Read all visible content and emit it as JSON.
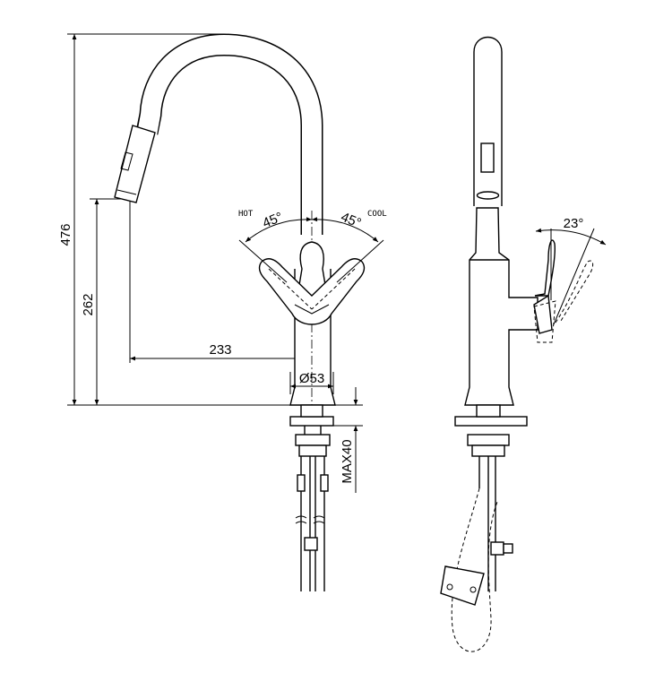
{
  "drawing": {
    "dimensions": {
      "total_height": "476",
      "spout_height": "262",
      "spout_reach": "233",
      "base_diameter": "Ø53",
      "max_deck_thickness": "MAX40",
      "hot_angle": "45°",
      "cool_angle": "45°",
      "lever_tilt": "23°"
    },
    "labels": {
      "hot": "HOT",
      "cool": "COOL"
    },
    "line_color": "#000000",
    "background": "#ffffff"
  }
}
